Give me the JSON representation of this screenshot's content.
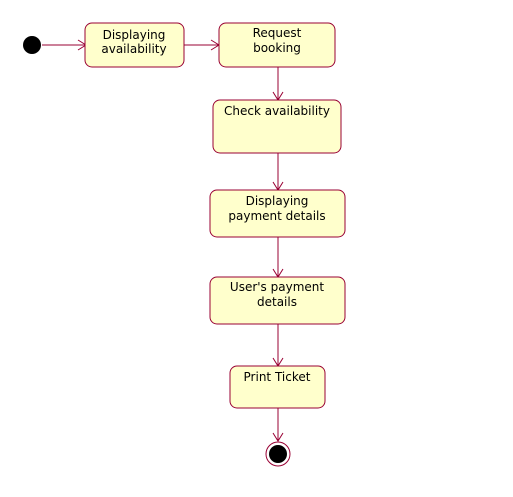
{
  "diagram": {
    "type": "uml-activity",
    "start_node": "initial-node",
    "end_node": "final-node",
    "activities": [
      {
        "id": "displaying-availability",
        "lines": [
          "Displaying",
          "availability"
        ]
      },
      {
        "id": "request-booking",
        "lines": [
          "Request",
          "booking"
        ]
      },
      {
        "id": "check-availability",
        "lines": [
          "Check availability"
        ]
      },
      {
        "id": "displaying-payment-details",
        "lines": [
          "Displaying",
          "payment details"
        ]
      },
      {
        "id": "users-payment-details",
        "lines": [
          "User's payment",
          "details"
        ]
      },
      {
        "id": "print-ticket",
        "lines": [
          "Print Ticket"
        ]
      }
    ],
    "flows": [
      [
        "initial-node",
        "displaying-availability"
      ],
      [
        "displaying-availability",
        "request-booking"
      ],
      [
        "request-booking",
        "check-availability"
      ],
      [
        "check-availability",
        "displaying-payment-details"
      ],
      [
        "displaying-payment-details",
        "users-payment-details"
      ],
      [
        "users-payment-details",
        "print-ticket"
      ],
      [
        "print-ticket",
        "final-node"
      ]
    ],
    "colors": {
      "box_fill": "#ffffcc",
      "stroke": "#990033",
      "node_fill": "#000000"
    }
  }
}
